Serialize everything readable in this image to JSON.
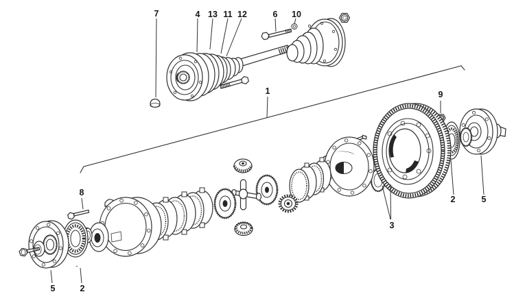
{
  "figure": {
    "type": "exploded-parts-diagram",
    "subject": "differential-and-axle-shaft",
    "background_color": "#ffffff",
    "line_color": "#2e2e2e",
    "label_color": "#161616"
  },
  "labels": [
    {
      "id": "callout-7",
      "text": "7"
    },
    {
      "id": "callout-4",
      "text": "4"
    },
    {
      "id": "callout-13",
      "text": "13"
    },
    {
      "id": "callout-11",
      "text": "11"
    },
    {
      "id": "callout-12",
      "text": "12"
    },
    {
      "id": "callout-6",
      "text": "6"
    },
    {
      "id": "callout-10",
      "text": "10"
    },
    {
      "id": "callout-1",
      "text": "1"
    },
    {
      "id": "callout-9",
      "text": "9"
    },
    {
      "id": "callout-8",
      "text": "8"
    },
    {
      "id": "callout-5-left",
      "text": "5"
    },
    {
      "id": "callout-2-left",
      "text": "2"
    },
    {
      "id": "callout-3",
      "text": "3"
    },
    {
      "id": "callout-2-right",
      "text": "2"
    },
    {
      "id": "callout-5-right",
      "text": "5"
    }
  ]
}
